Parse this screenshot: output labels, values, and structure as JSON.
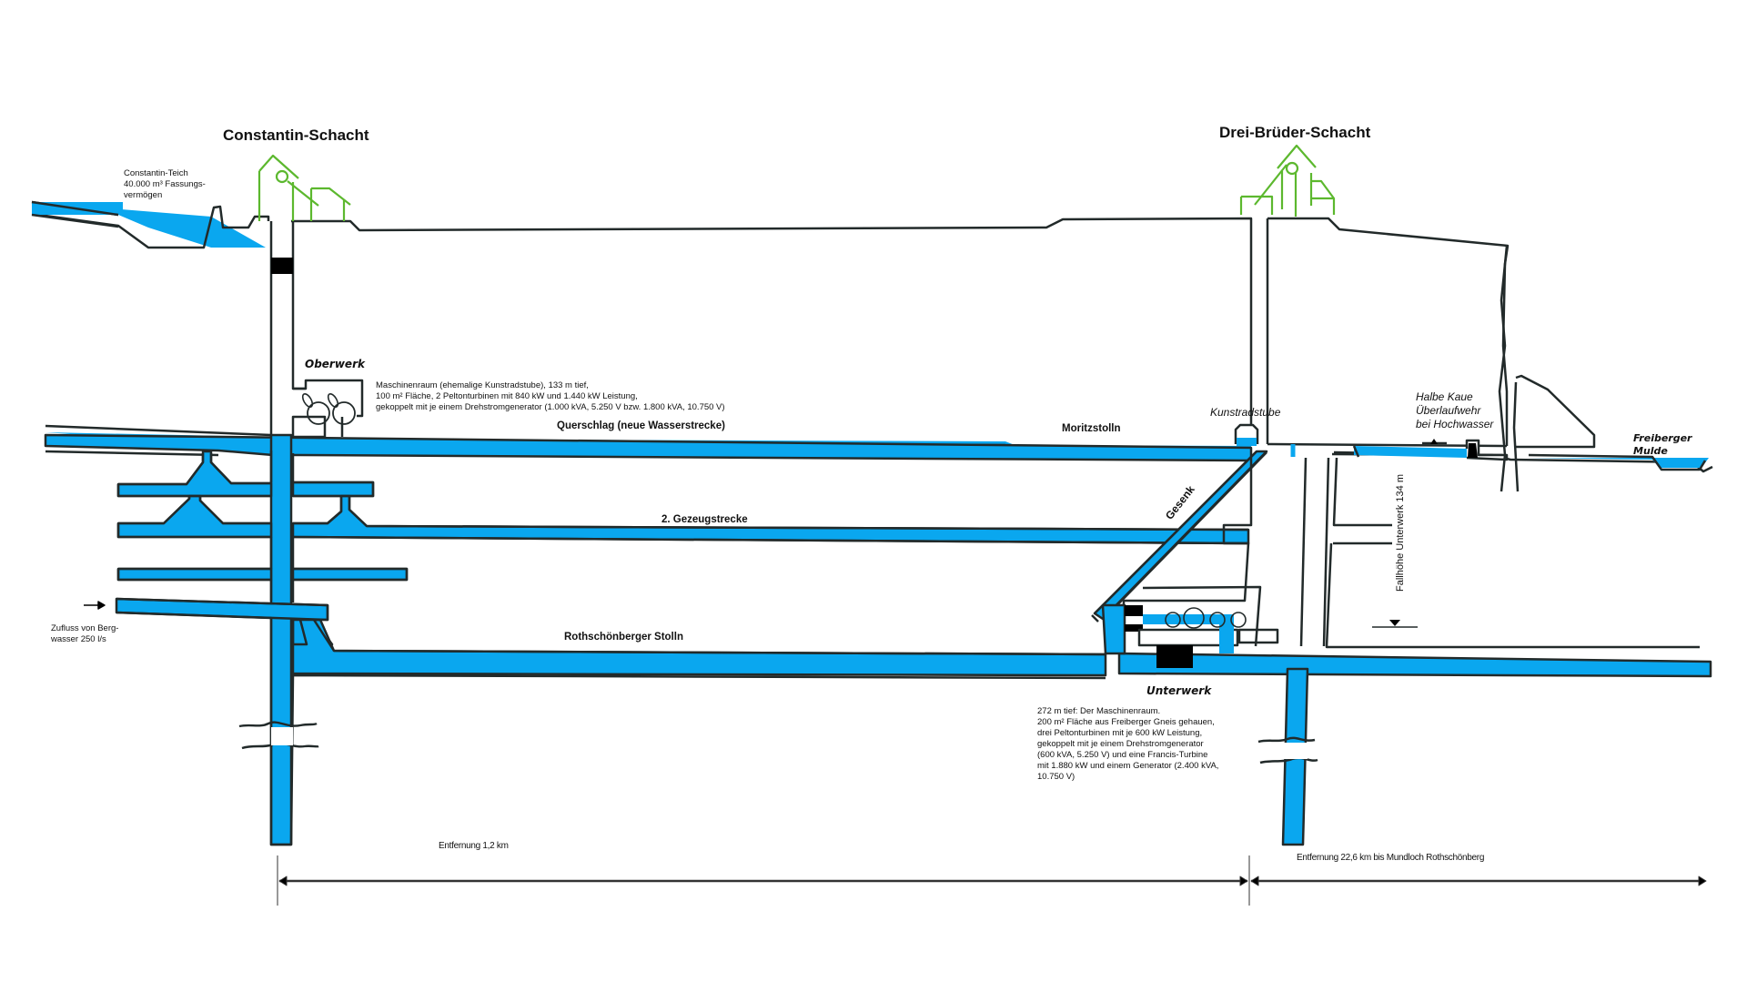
{
  "colors": {
    "water": "#0aa7ef",
    "outline": "#222a2a",
    "headframe": "#5cb82e",
    "plug": "#000000"
  },
  "shafts": {
    "constantin": {
      "title": "Constantin-Schacht"
    },
    "drei_brueder": {
      "title": "Drei-Brüder-Schacht"
    }
  },
  "reservoir": {
    "label_lines": [
      "Constantin-Teich",
      "40.000 m³ Fassungs-",
      "vermögen"
    ]
  },
  "oberwerk": {
    "title": "Oberwerk",
    "description_lines": [
      "Maschinenraum (ehemalige Kunstradstube), 133 m tief,",
      "100 m² Fläche, 2 Peltonturbinen mit 840 kW und 1.440 kW Leistung,",
      "gekoppelt mit je einem Drehstromgenerator (1.000 kVA, 5.250 V bzw. 1.800 kVA, 10.750 V)"
    ]
  },
  "tunnels": {
    "querschlag": "Querschlag (neue Wasserstrecke)",
    "moritzstolln": "Moritzstolln",
    "gezeugstrecke": "2. Gezeugstrecke",
    "rothschoenberger": "Rothschönberger Stolln",
    "gesenk": "Gesenk"
  },
  "kunstradstube": "Kunstradstube",
  "weir": {
    "label_lines": [
      "Halbe Kaue",
      "Überlaufwehr",
      "bei Hochwasser"
    ]
  },
  "river": {
    "label_lines": [
      "Freiberger",
      "Mulde"
    ]
  },
  "inflow": {
    "label_lines": [
      "Zufluss von Berg-",
      "wasser 250 l/s"
    ]
  },
  "fallhoehe": "Fallhöhe Unterwerk 134 m",
  "unterwerk": {
    "title": "Unterwerk",
    "description_lines": [
      "272 m tief: Der Maschinenraum.",
      "200 m² Fläche aus Freiberger Gneis gehauen,",
      "drei Peltonturbinen mit je 600 kW Leistung,",
      "gekoppelt mit je einem Drehstromgenerator",
      "(600 kVA, 5.250 V) und eine Francis-Turbine",
      "mit 1.880 kW und einem Generator (2.400 kVA,",
      "10.750 V)"
    ]
  },
  "distances": {
    "left": "Entfernung 1,2 km",
    "right": "Entfernung 22,6 km bis Mundloch Rothschönberg"
  }
}
